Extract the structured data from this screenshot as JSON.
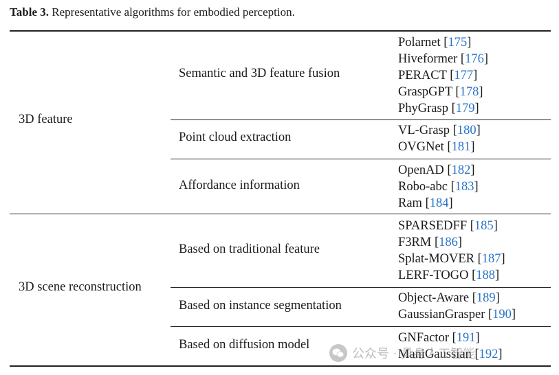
{
  "caption": {
    "label": "Table 3.",
    "text": "Representative algorithms for embodied perception."
  },
  "groups": [
    {
      "category": "3D feature",
      "subgroups": [
        {
          "name": "Semantic and 3D feature fusion",
          "algorithms": [
            {
              "name": "Polarnet",
              "ref": "175"
            },
            {
              "name": "Hiveformer",
              "ref": "176"
            },
            {
              "name": "PERACT",
              "ref": "177"
            },
            {
              "name": "GraspGPT",
              "ref": "178"
            },
            {
              "name": "PhyGrasp",
              "ref": "179"
            }
          ]
        },
        {
          "name": "Point cloud extraction",
          "algorithms": [
            {
              "name": "VL-Grasp",
              "ref": "180"
            },
            {
              "name": "OVGNet",
              "ref": "181"
            }
          ]
        },
        {
          "name": "Affordance information",
          "algorithms": [
            {
              "name": "OpenAD",
              "ref": "182"
            },
            {
              "name": "Robo-abc",
              "ref": "183"
            },
            {
              "name": "Ram",
              "ref": "184"
            }
          ]
        }
      ]
    },
    {
      "category": "3D scene reconstruction",
      "subgroups": [
        {
          "name": "Based on traditional feature",
          "algorithms": [
            {
              "name": "SPARSEDFF",
              "ref": "185"
            },
            {
              "name": "F3RM",
              "ref": "186"
            },
            {
              "name": "Splat-MOVER",
              "ref": "187"
            },
            {
              "name": "LERF-TOGO",
              "ref": "188"
            }
          ]
        },
        {
          "name": "Based on instance segmentation",
          "algorithms": [
            {
              "name": "Object-Aware",
              "ref": "189"
            },
            {
              "name": "GaussianGrasper",
              "ref": "190"
            }
          ]
        },
        {
          "name": "Based on diffusion model",
          "algorithms": [
            {
              "name": "GNFactor",
              "ref": "191"
            },
            {
              "name": "ManiGaussian",
              "ref": "192"
            }
          ]
        }
      ]
    }
  ],
  "watermark": {
    "text": "公众号 · 具身人工智能",
    "icon": "wechat-logo-icon"
  }
}
